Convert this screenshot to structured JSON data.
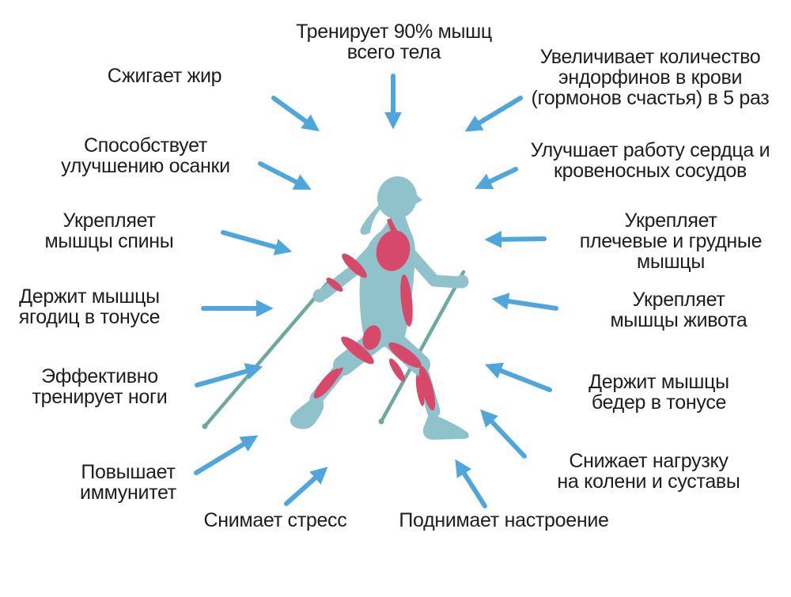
{
  "title": "Польза скандинавской ходьбы (инфографика)",
  "colors": {
    "background": "#ffffff",
    "text": "#1d1d1d",
    "arrow": "#4fa6dc",
    "body": "#8fc2cb",
    "muscle": "#d6496a",
    "pole": "#6fa89e"
  },
  "figure": {
    "name": "nordic-walker-silhouette",
    "description": "walking person with nordic poles, muscles highlighted"
  },
  "labels": [
    {
      "id": "trains-90-muscles",
      "text": "Тренирует 90% мышц\nвсего тела"
    },
    {
      "id": "burns-fat",
      "text": "Сжигает жир"
    },
    {
      "id": "improves-posture",
      "text": "Способствует\nулучшению осанки"
    },
    {
      "id": "strengthens-back",
      "text": "Укрепляет\nмышцы спины"
    },
    {
      "id": "tones-glutes",
      "text": "Держит мышцы\nягодиц в тонусе"
    },
    {
      "id": "trains-legs",
      "text": "Эффективно\nтренирует ноги"
    },
    {
      "id": "boosts-immunity",
      "text": "Повышает\nиммунитет"
    },
    {
      "id": "relieves-stress",
      "text": "Снимает стресс"
    },
    {
      "id": "lifts-mood",
      "text": "Поднимает настроение"
    },
    {
      "id": "increases-endorphins",
      "text": "Увеличивает количество\nэндорфинов в крови\n(гормонов счастья) в 5 раз"
    },
    {
      "id": "improves-heart",
      "text": "Улучшает работу сердца и\nкровеносных сосудов"
    },
    {
      "id": "strengthens-shoulders",
      "text": "Укрепляет\nплечевые и грудные\nмышцы"
    },
    {
      "id": "strengthens-abs",
      "text": "Укрепляет\nмышцы живота"
    },
    {
      "id": "tones-thighs",
      "text": "Держит мышцы\nбедер в тонусе"
    },
    {
      "id": "reduces-knee-load",
      "text": "Снижает нагрузку\nна колени и суставы"
    }
  ]
}
